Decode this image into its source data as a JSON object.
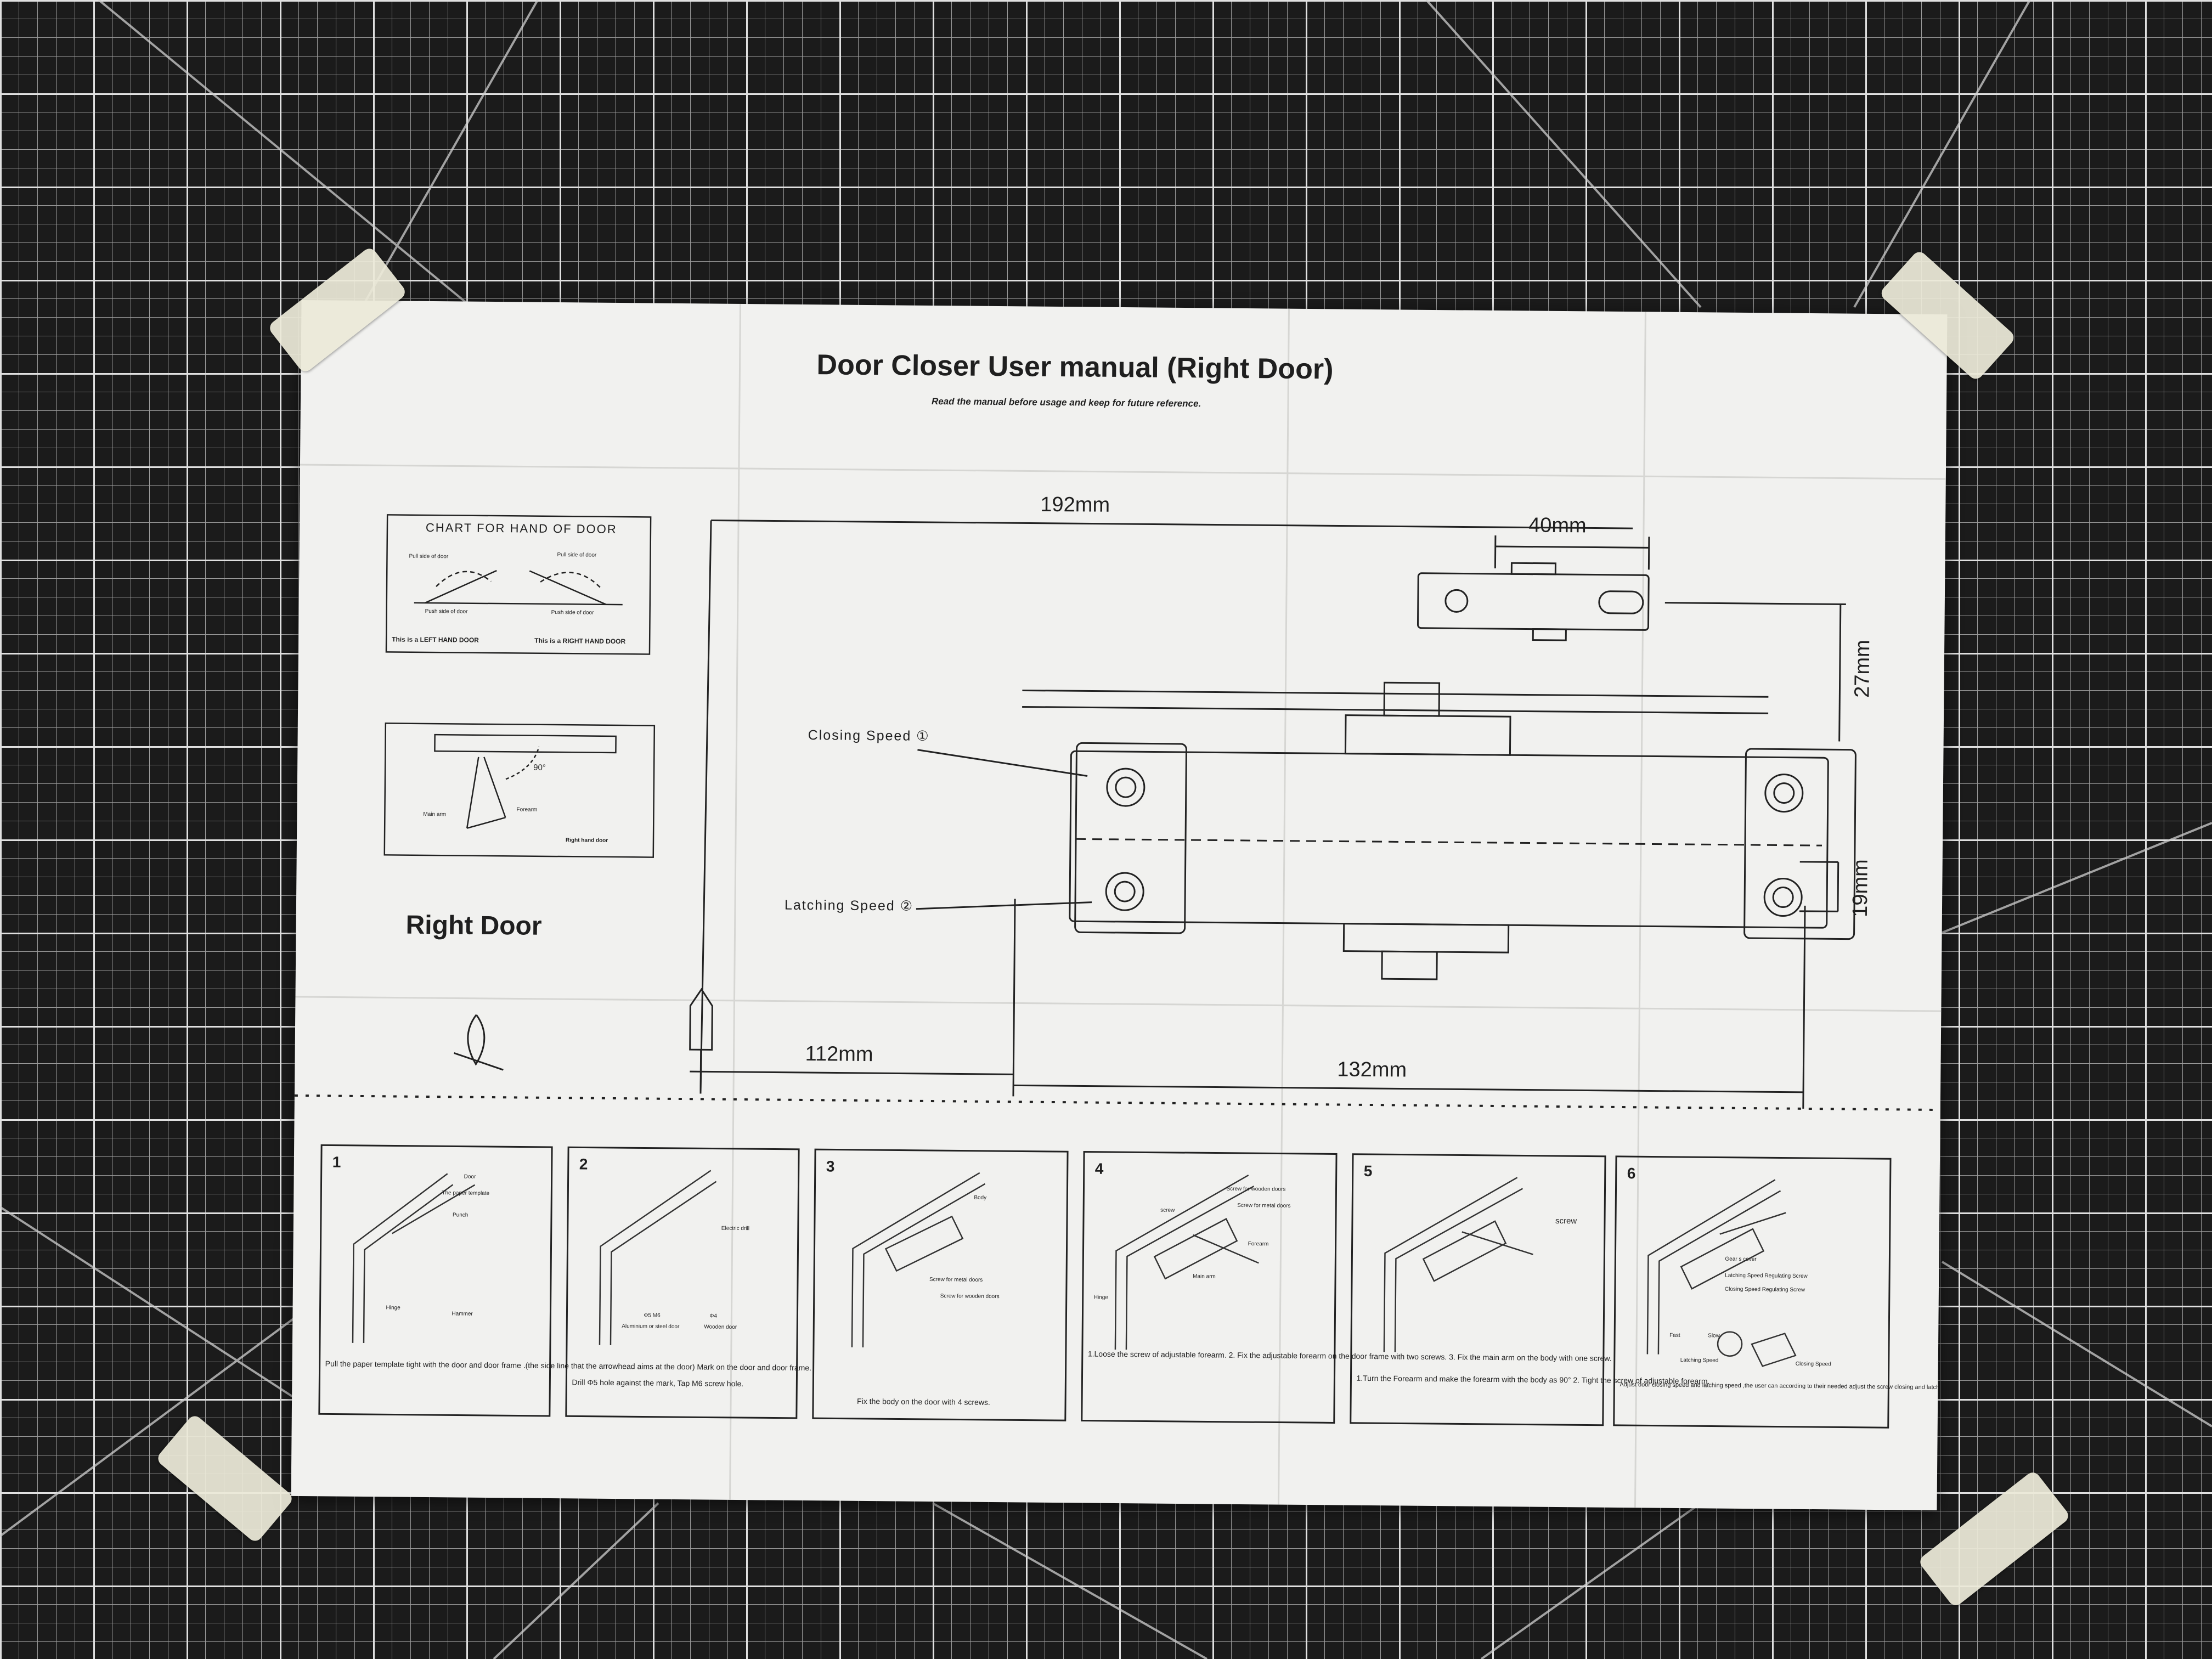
{
  "header": {
    "title": "Door Closer User manual (Right Door)",
    "subtitle": "Read  the manual before usage and keep for future reference."
  },
  "hand_chart": {
    "heading": "CHART FOR HAND OF DOOR",
    "pull_left": "Pull side of door",
    "pull_right": "Pull side of door",
    "push_left": "Push side of door",
    "push_right": "Push side of door",
    "left_caption": "This is a LEFT HAND DOOR",
    "right_caption": "This is a RIGHT HAND DOOR"
  },
  "arm_diagram": {
    "angle": "90°",
    "main_arm": "Main arm",
    "forearm": "Forearm",
    "caption": "Right hand door"
  },
  "door_label": "Right Door",
  "template": {
    "dim_192": "192mm",
    "dim_40": "40mm",
    "dim_27": "27mm",
    "dim_19": "19mm",
    "dim_112": "112mm",
    "dim_132": "132mm",
    "closing_speed": "Closing Speed ①",
    "latching_speed": "Latching Speed ②"
  },
  "steps": [
    {
      "num": "1",
      "caption": "Pull the paper template tight with the door and door frame .(the side line that the arrowhead aims at the door) Mark on the door and door frame.",
      "labels": [
        "The paper template",
        "Punch",
        "Hinge",
        "Hammer",
        "Door"
      ]
    },
    {
      "num": "2",
      "caption": "Drill Φ5 hole against the mark, Tap M6 screw hole.",
      "labels": [
        "Electric drill",
        "Φ5  M6",
        "Aluminium or steel door",
        "Wooden door",
        "Φ4"
      ]
    },
    {
      "num": "3",
      "caption": "Fix the body on the door with 4 screws.",
      "labels": [
        "Body",
        "Screw for metal doors",
        "Screw for wooden doors"
      ]
    },
    {
      "num": "4",
      "caption": "1.Loose the screw of adjustable forearm. 2. Fix the adjustable forearm on the door frame with two screws. 3. Fix the main arm on the body with one screw.",
      "labels": [
        "Screw for wooden doors",
        "Screw for metal doors",
        "Forearm",
        "Main arm",
        "Hinge",
        "screw"
      ]
    },
    {
      "num": "5",
      "caption": "1.Turn the Forearm and make the forearm with the body as 90° 2. Tight the screw of adjustable forearm.",
      "labels": [
        "screw"
      ]
    },
    {
      "num": "6",
      "caption": "Adjust door closing speed and latching speed ,the user can according to their needed adjust the screw closing and latching speed individually.",
      "labels": [
        "Gear s cover",
        "Latching Speed Regulating Screw",
        "Closing Speed Regulating Screw",
        "Fast",
        "Slow",
        "Latching Speed",
        "Closing Speed"
      ]
    }
  ],
  "colors": {
    "mat": "#1b1b1b",
    "grid": "#d8d8d8",
    "paper": "#f1f1ef",
    "ink": "#1f1f1f",
    "tape": "#ece9d8"
  }
}
